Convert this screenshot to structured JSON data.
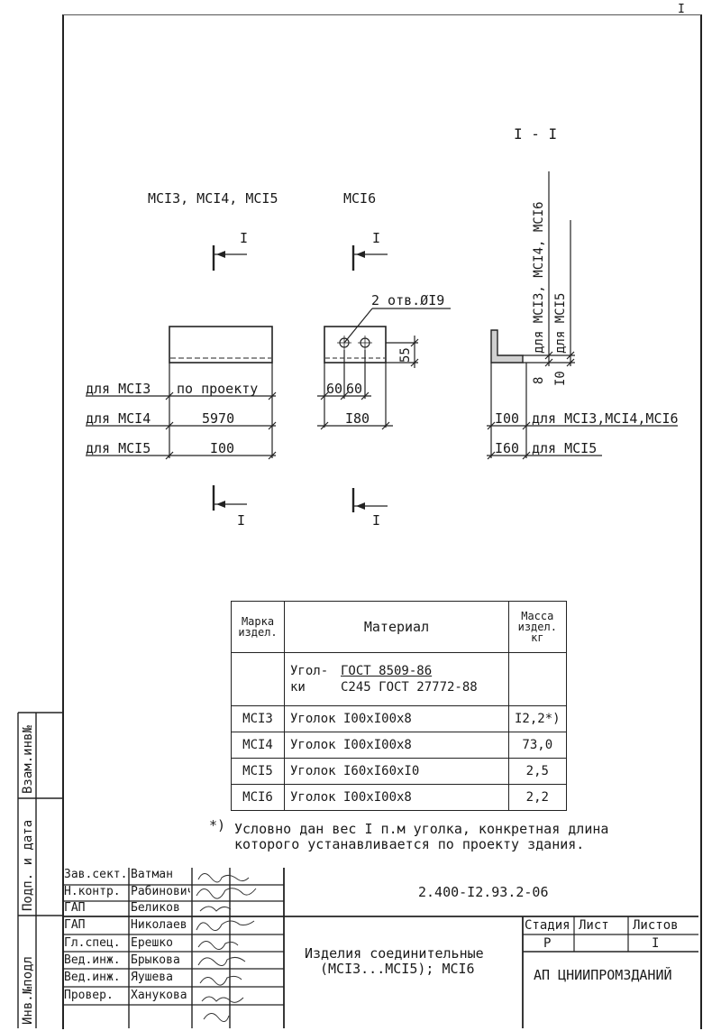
{
  "page_number": "I",
  "section_title": "I - I",
  "view_labels": {
    "left": "МСI3, МСI4, МСI5",
    "right": "МСI6"
  },
  "cut_marks": {
    "label": "I"
  },
  "hole_label": "2 отв.ØI9",
  "dimensions": {
    "rows": [
      {
        "label": "для МСI3",
        "value": "по проекту"
      },
      {
        "label": "для МСI4",
        "value": "5970"
      },
      {
        "label": "для МСI5",
        "value": "I00"
      }
    ],
    "mc16_spacing_a": "60",
    "mc16_spacing_b": "60",
    "mc16_width": "I80",
    "mc16_height": "55",
    "section_row1_value": "I00",
    "section_row1_label": "для МСI3,МСI4,МСI6",
    "section_row2_value": "I60",
    "section_row2_label": "для МСI5",
    "section_vertical_top": "для МСI3, МСI4, МСI6",
    "section_vertical_mid": "для МСI5",
    "section_thickness_8": "8",
    "section_thickness_10": "I0"
  },
  "table": {
    "headers": {
      "mark": "Марка издел.",
      "material": "Материал",
      "mass": "Масса издел. кг"
    },
    "gost_prefix": "Угол- ки",
    "gost_line1": "ГОСТ 8509-86",
    "gost_line2": "С245 ГОСТ 27772-88",
    "rows": [
      {
        "mark": "МСI3",
        "material": "Уголок I00xI00x8",
        "mass": "I2,2*)"
      },
      {
        "mark": "МСI4",
        "material": "Уголок I00xI00x8",
        "mass": "73,0"
      },
      {
        "mark": "МСI5",
        "material": "Уголок I60xI60xI0",
        "mass": "2,5"
      },
      {
        "mark": "МСI6",
        "material": "Уголок I00xI00x8",
        "mass": "2,2"
      }
    ]
  },
  "footnote": {
    "mark": "*)",
    "line1": "Условно дан вес I п.м уголка, конкретная длина",
    "line2": "которого устанавливается по проекту здания."
  },
  "title_block": {
    "doc_code": "2.400-I2.93.2-06",
    "title_line1": "Изделия соединительные",
    "title_line2": "(МСI3...МСI5); МСI6",
    "stage_header": "Стадия",
    "sheet_header": "Лист",
    "sheets_header": "Листов",
    "stage_value": "Р",
    "sheets_value": "I",
    "organization": "АП ЦНИИПРОМЗДАНИЙ",
    "signatures": [
      {
        "role": "Зав.сект.",
        "name": "Ватман"
      },
      {
        "role": "Н.контр.",
        "name": "Рабинович"
      },
      {
        "role": "ГАП",
        "name": "Беликов"
      },
      {
        "role": "ГАП",
        "name": "Николаев"
      },
      {
        "role": "Гл.спец.",
        "name": "Ерешко"
      },
      {
        "role": "Вед.инж.",
        "name": "Брыкова"
      },
      {
        "role": "Вед.инж.",
        "name": "Яушева"
      },
      {
        "role": "Провер.",
        "name": "Ханукова"
      }
    ]
  },
  "side_stamps": {
    "inv_podl": "Инв.№подл",
    "podp_data": "Подп. и дата",
    "vzam_inv": "Взам.инв№"
  }
}
